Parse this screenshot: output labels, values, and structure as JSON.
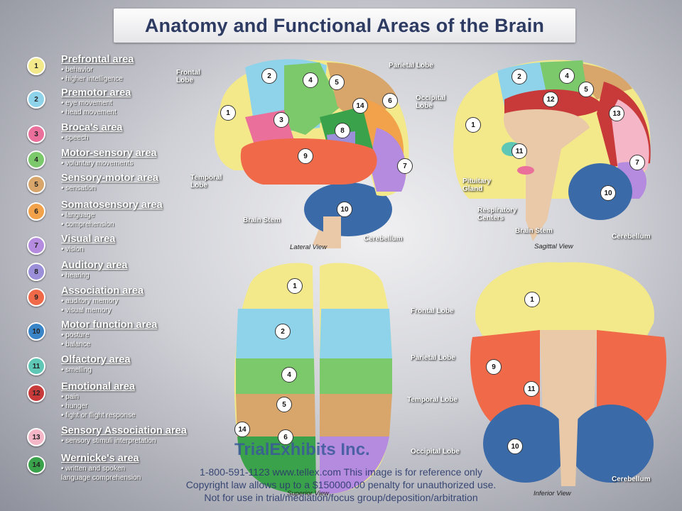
{
  "title": "Anatomy and Functional Areas of the Brain",
  "legend": [
    {
      "num": "1",
      "name": "Prefrontal area",
      "funcs": [
        "• behavior",
        "• higher intelligence"
      ],
      "color": "#f3e98a"
    },
    {
      "num": "2",
      "name": "Premotor area",
      "funcs": [
        "• eye movement",
        "• head movement"
      ],
      "color": "#8fd3ea"
    },
    {
      "num": "3",
      "name": "Broca's area",
      "funcs": [
        "• speech"
      ],
      "color": "#ea6f9a"
    },
    {
      "num": "4",
      "name": "Motor-sensory area",
      "funcs": [
        "• voluntary movements"
      ],
      "color": "#7bc96b"
    },
    {
      "num": "5",
      "name": "Sensory-motor area",
      "funcs": [
        "• sensation"
      ],
      "color": "#d8a56b"
    },
    {
      "num": "6",
      "name": "Somatosensory area",
      "funcs": [
        "• language",
        "• comprehension"
      ],
      "color": "#f2a24a"
    },
    {
      "num": "7",
      "name": "Visual area",
      "funcs": [
        "• vision"
      ],
      "color": "#b58be0"
    },
    {
      "num": "8",
      "name": "Auditory area",
      "funcs": [
        "• hearing"
      ],
      "color": "#9a8fd8"
    },
    {
      "num": "9",
      "name": "Association area",
      "funcs": [
        "• auditory memory",
        "• visual memory"
      ],
      "color": "#f06a4a"
    },
    {
      "num": "10",
      "name": "Motor function area",
      "funcs": [
        "• posture",
        "• balance"
      ],
      "color": "#3a84c8"
    },
    {
      "num": "11",
      "name": "Olfactory area",
      "funcs": [
        "• smelling"
      ],
      "color": "#5fc7b5"
    },
    {
      "num": "12",
      "name": "Emotional area",
      "funcs": [
        "• pain",
        "• hunger",
        "• fight or flight response"
      ],
      "color": "#c83a3a"
    },
    {
      "num": "13",
      "name": "Sensory Association area",
      "funcs": [
        "• sensory stimuli interpretation"
      ],
      "color": "#f5b7c8"
    },
    {
      "num": "14",
      "name": "Wernicke's area",
      "funcs": [
        "• written and spoken",
        "language comprehension"
      ],
      "color": "#3aa24a"
    }
  ],
  "lateral": {
    "caption": "Lateral View",
    "labels": {
      "frontal": "Frontal\nLobe",
      "parietal": "Parietal Lobe",
      "occipital": "Occipital\nLobe",
      "temporal": "Temporal\nLobe",
      "brainstem": "Brain Stem",
      "cerebellum": "Cerebellum"
    }
  },
  "sagittal": {
    "caption": "Sagittal View",
    "labels": {
      "pituitary": "Pituitary\nGland",
      "respiratory": "Respiratory\nCenters",
      "brainstem": "Brain Stem",
      "cerebellum": "Cerebellum"
    }
  },
  "superior": {
    "caption": "Superior View",
    "labels": {
      "frontal": "Frontal Lobe",
      "parietal": "Parietal Lobe",
      "temporal": "Temporal Lobe",
      "occipital": "Occipital Lobe"
    }
  },
  "inferior": {
    "caption": "Inferior View",
    "labels": {
      "cerebellum": "Cerebellum"
    }
  },
  "footer": {
    "brand": "TrialExhibits Inc.",
    "lines": [
      "1-800-591-1123 www.tellex.com This image is for reference only",
      "Copyright law allows up to a $150000.00 penalty for unauthorized use.",
      "Not for use in trial/mediation/focus group/deposition/arbitration"
    ]
  }
}
